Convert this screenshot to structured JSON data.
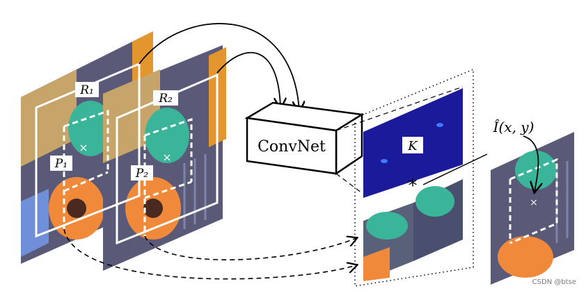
{
  "labels": {
    "r1": "R₁",
    "r2": "R₂",
    "p1": "P₁",
    "p2": "P₂",
    "convnet": "ConvNet",
    "kernel": "K",
    "convolve": "*",
    "output": "Î(x, y)"
  },
  "watermark": "CSDN @btse",
  "colors": {
    "kernel_bg": "#1a1a9a",
    "teal_toy": "#3bb59a",
    "orange_toy": "#f08a3a",
    "cloth": "#4a4f70"
  }
}
